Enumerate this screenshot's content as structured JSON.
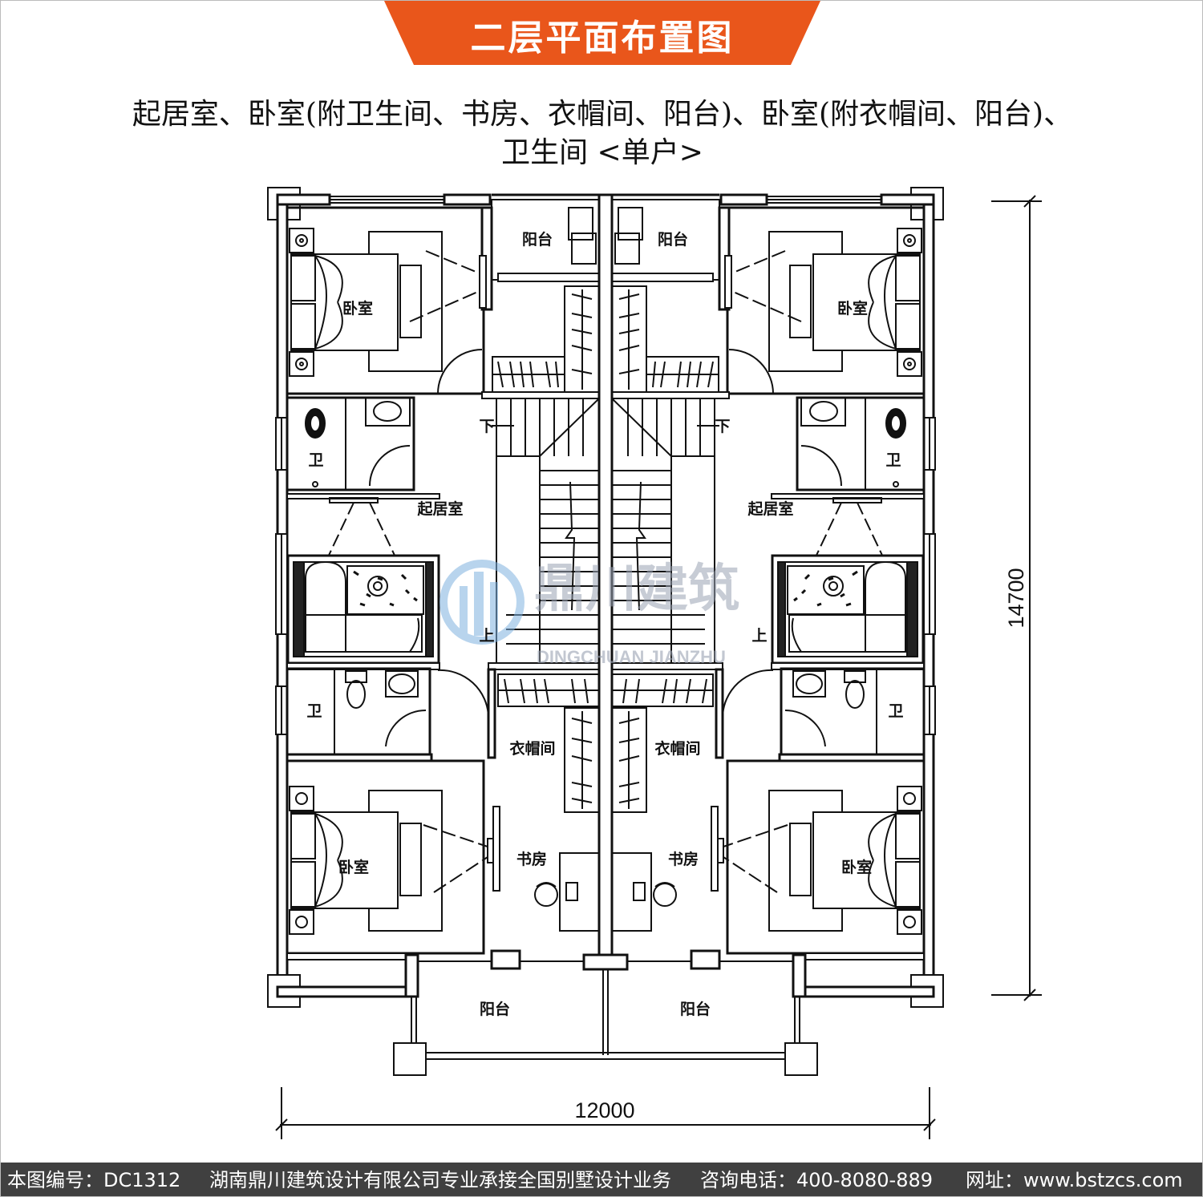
{
  "title": "二层平面布置图",
  "subtitle": {
    "line1": "起居室、卧室(附卫生间、书房、衣帽间、阳台)、卧室(附衣帽间、阳台)、",
    "line2": "卫生间 <单户>"
  },
  "colors": {
    "banner": "#e9561b",
    "footer": "#404040",
    "watermark": "#9aa3b3"
  },
  "rooms": {
    "bedroom": "卧室",
    "balcony": "阳台",
    "bathroom": "卫",
    "living": "起居室",
    "closet": "衣帽间",
    "study": "书房",
    "down": "下",
    "up": "上"
  },
  "dimensions": {
    "width": "12000",
    "depth": "14700"
  },
  "watermark": {
    "name": "鼎川建筑",
    "pinyin": "DINGCHUAN JIANZHU"
  },
  "footer": {
    "drawing_no": "本图编号：DC1312",
    "company": "湖南鼎川建筑设计有限公司专业承接全国别墅设计业务",
    "phone": "咨询电话：400-8080-889",
    "website": "网址：www.bstzcs.com"
  }
}
